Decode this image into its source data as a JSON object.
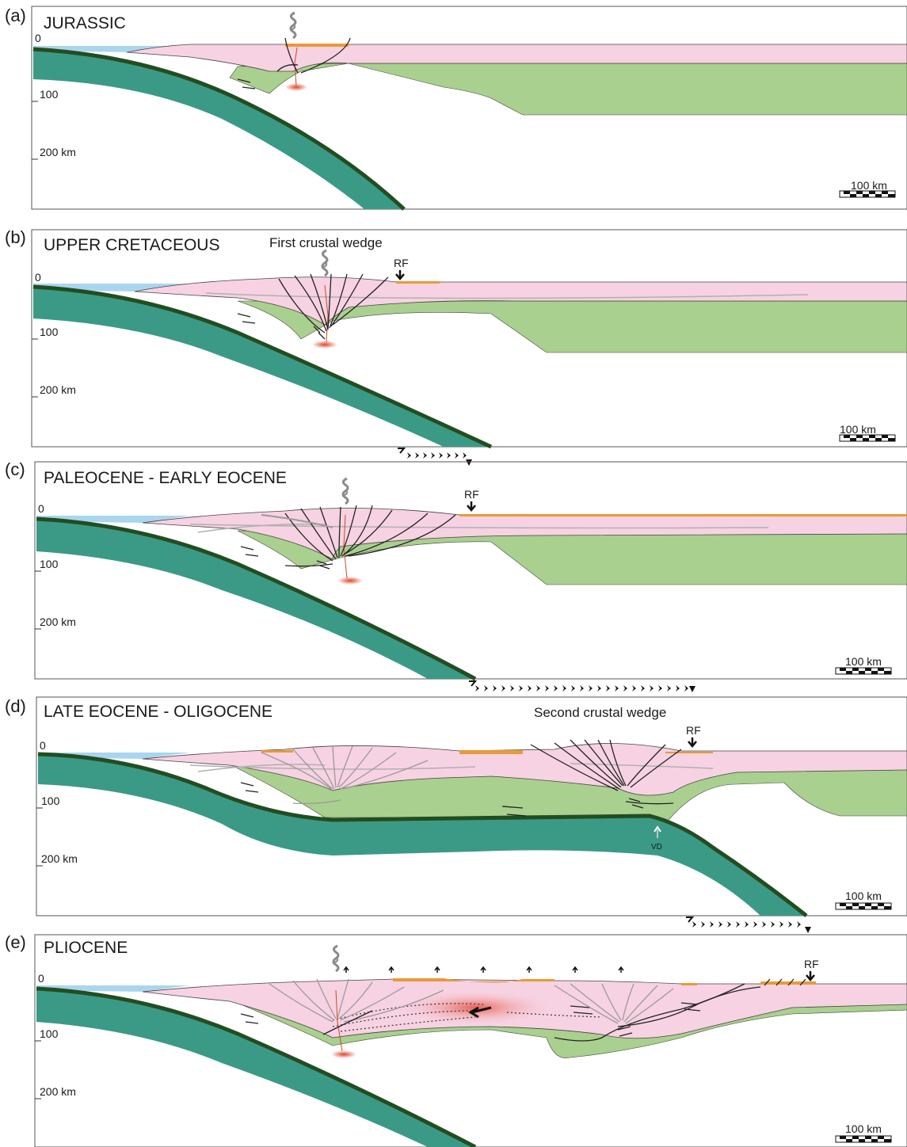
{
  "panels": [
    {
      "letter": "(a)",
      "title": "JURASSIC"
    },
    {
      "letter": "(b)",
      "title": "UPPER CRETACEOUS",
      "annotation": "First crustal wedge",
      "marker": "RF"
    },
    {
      "letter": "(c)",
      "title": "PALEOCENE - EARLY EOCENE",
      "marker": "RF"
    },
    {
      "letter": "(d)",
      "title": "LATE EOCENE - OLIGOCENE",
      "annotation": "Second crustal wedge",
      "marker": "RF",
      "marker2": "VD"
    },
    {
      "letter": "(e)",
      "title": "PLIOCENE",
      "marker": "RF"
    }
  ],
  "depth_labels": {
    "d0": "0",
    "d100": "100",
    "d200": "200 km"
  },
  "scale_label": "100 km",
  "colors": {
    "upper_crust": "#f7d2e2",
    "lithospheric_mantle": "#a9d08e",
    "slab": "#3a9a86",
    "ocean": "#a9d6ee",
    "basin_sediment": "#e89a38",
    "melt": "#e34a2c"
  }
}
